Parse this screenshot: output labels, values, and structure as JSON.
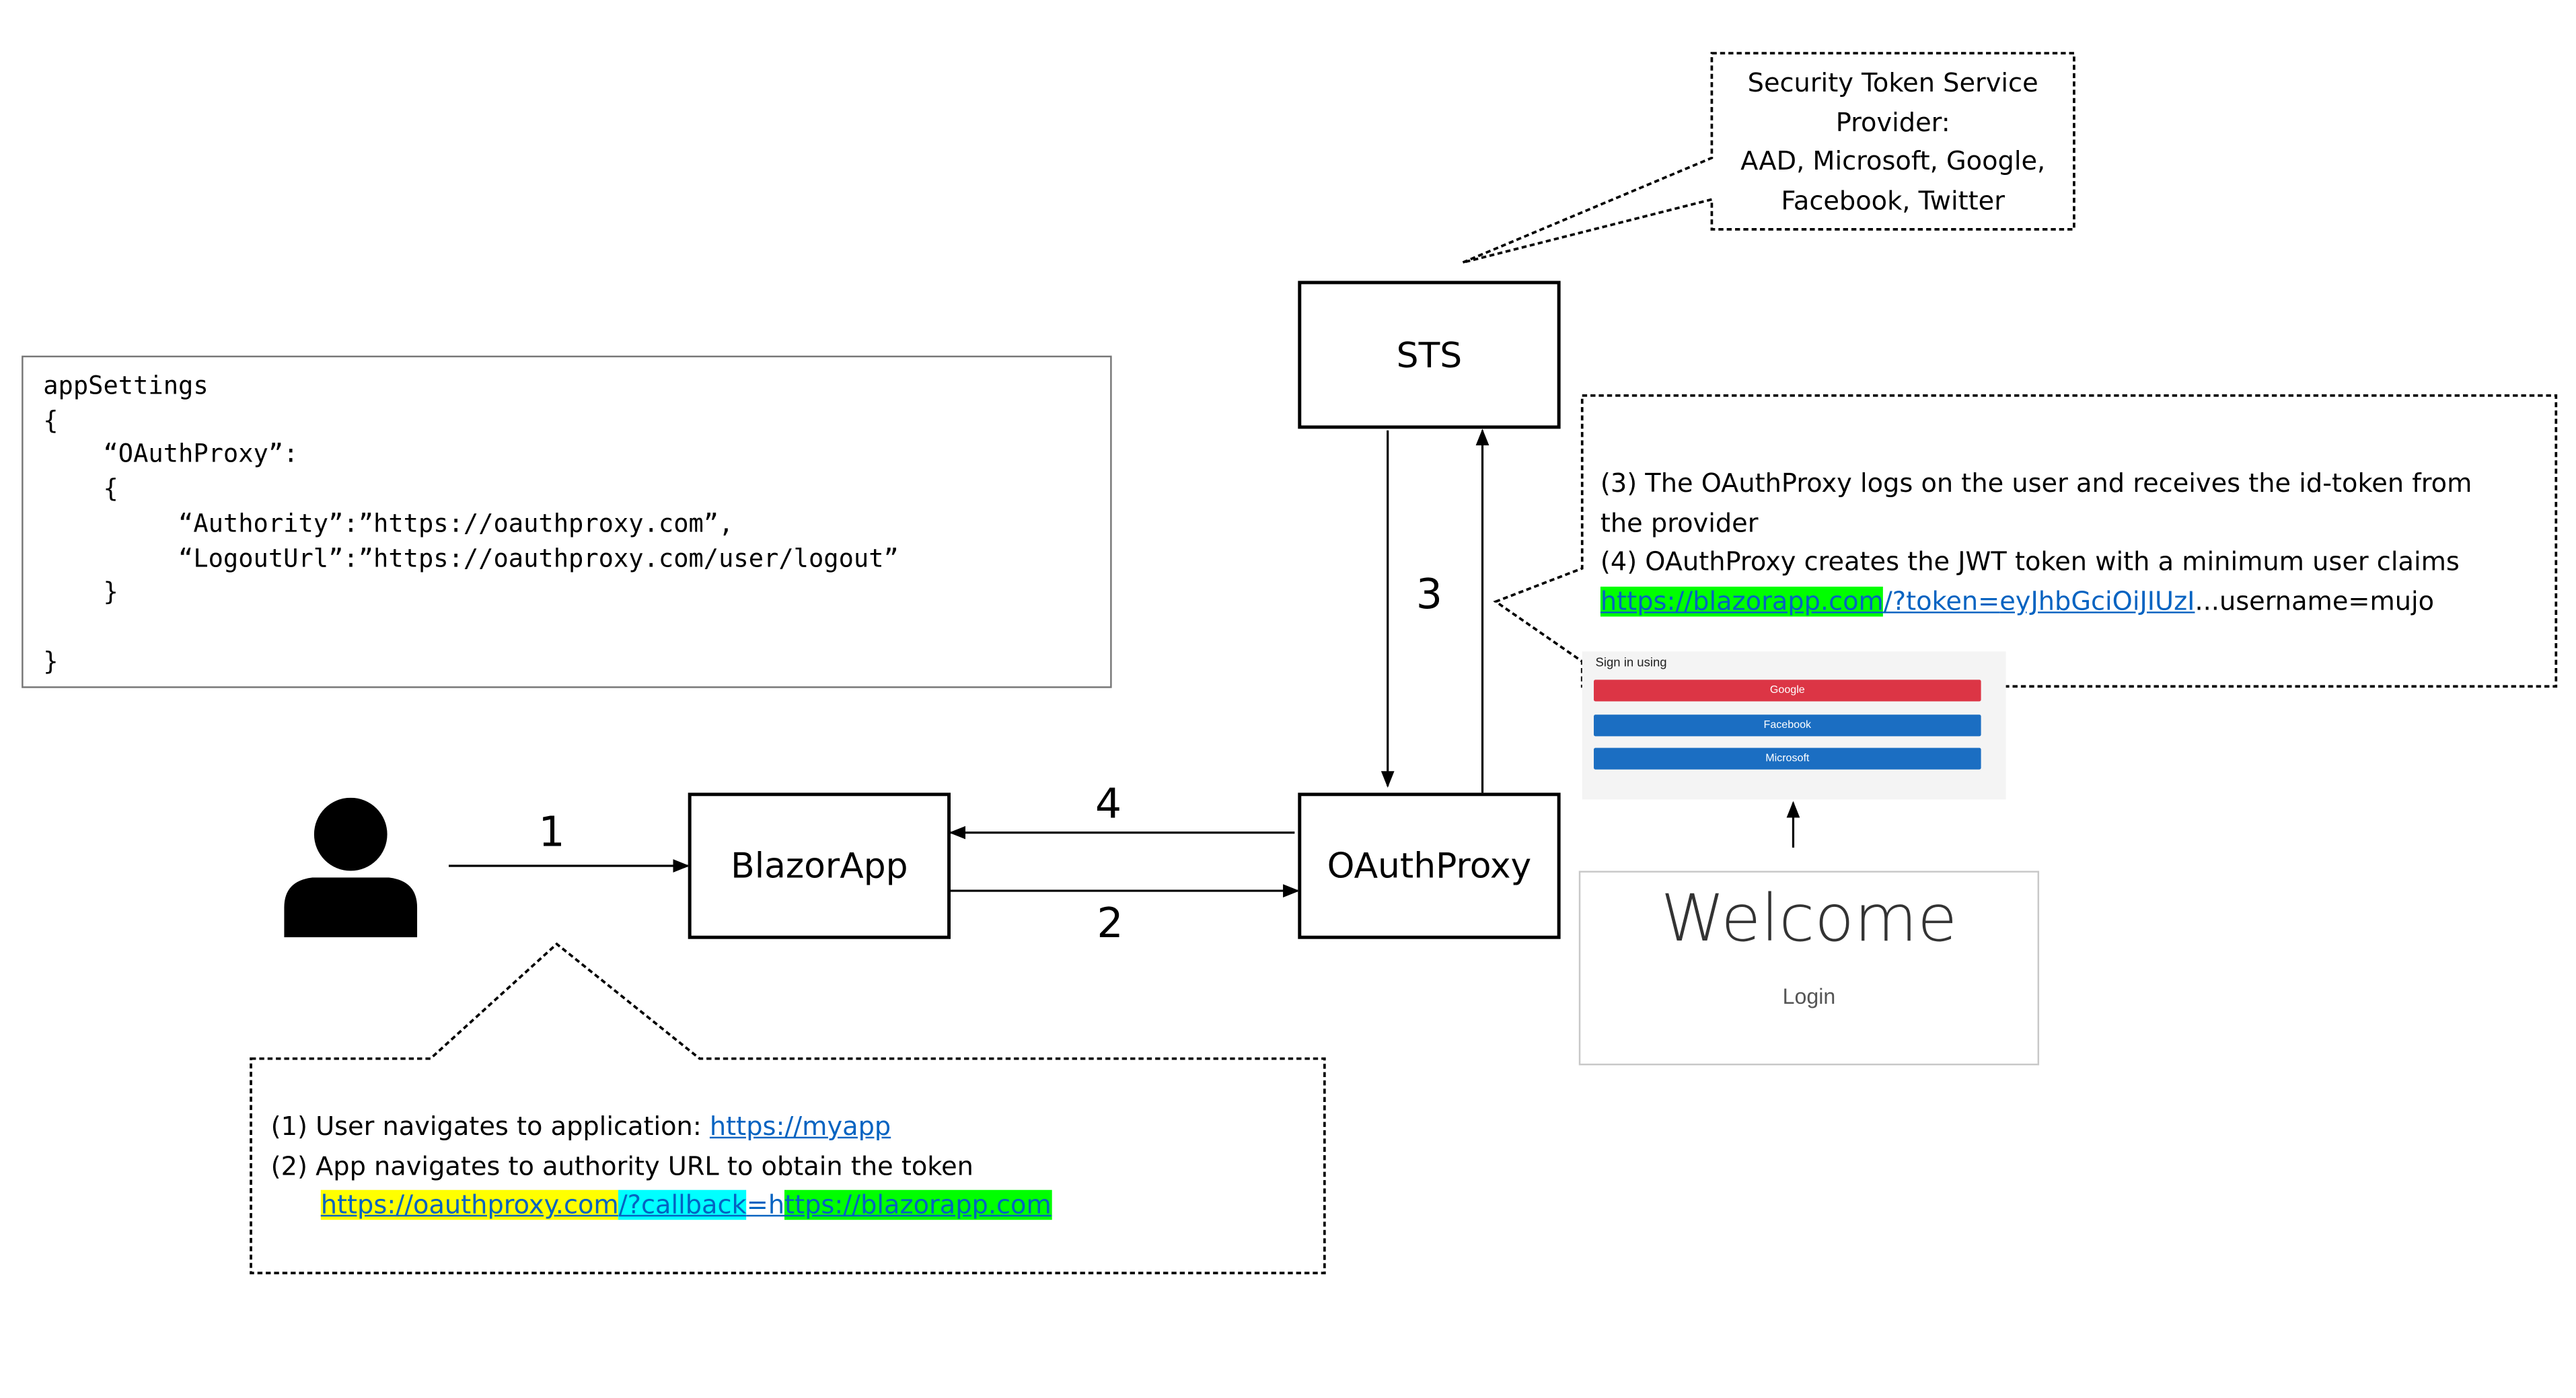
{
  "nodes": {
    "sts": "STS",
    "blazorapp": "BlazorApp",
    "oauthproxy": "OAuthProxy"
  },
  "arrows": {
    "a1": "1",
    "a2": "2",
    "a3": "3",
    "a4": "4"
  },
  "appsettings": {
    "lines": [
      "appSettings",
      "{",
      "    “OAuthProxy”:",
      "    {",
      "         “Authority”:”https://oauthproxy.com”,",
      "         “LogoutUrl”:”https://oauthproxy.com/user/logout”",
      "    }",
      "",
      "}"
    ]
  },
  "sts_note": {
    "line1": "Security Token Service",
    "line2": "Provider:",
    "line3": "AAD, Microsoft, Google,",
    "line4": "Facebook, Twitter"
  },
  "proxy_note": {
    "line1": "(3) The OAuthProxy logs on the user and receives the id-token from",
    "line2": "the provider",
    "line3": "(4) OAuthProxy creates the JWT token with a minimum user claims",
    "url_host": "https://blazorapp.com",
    "url_query": "/?token=",
    "url_token": "eyJhbGciOiJIUzI",
    "url_tail": "...username=mujo"
  },
  "flow_note": {
    "line1_prefix": "(1)  User navigates to application: ",
    "line1_link": "https://myapp",
    "line2": "(2)  App navigates to authority URL to obtain the token",
    "url_authority": "https://oauthproxy.com",
    "url_callback": "/?callback",
    "url_eq": "=h",
    "url_target": "ttps://blazorapp.com"
  },
  "signin": {
    "title": "Sign in using",
    "buttons": [
      {
        "label": "Google",
        "color": "#dc3545"
      },
      {
        "label": "Facebook",
        "color": "#1b6ec2"
      },
      {
        "label": "Microsoft",
        "color": "#1b6ec2"
      }
    ]
  },
  "welcome": {
    "title": "Welcome",
    "login": "Login"
  }
}
